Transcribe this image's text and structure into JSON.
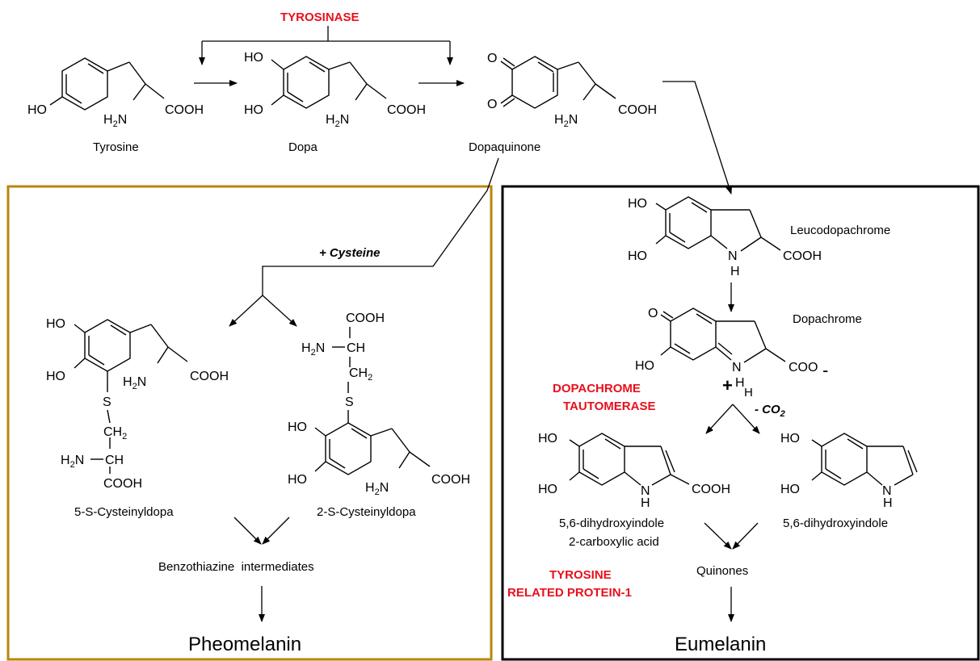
{
  "labels": {
    "tyrosinase": "TYROSINASE",
    "tyrosine": "Tyrosine",
    "dopa": "Dopa",
    "dopaquinone": "Dopaquinone",
    "cysteine": "+ Cysteine",
    "leucodopachrome": "Leucodopachrome",
    "dopachrome": "Dopachrome",
    "dct_line1": "DOPACHROME",
    "dct_line2": "TAUTOMERASE",
    "co2": "- CO",
    "co2_sub": "2",
    "cys5": "5-S-Cysteinyldopa",
    "cys2": "2-S-Cysteinyldopa",
    "benzothiazine": "Benzothiazine  intermediates",
    "pheomelanin": "Pheomelanin",
    "dhica_line1": "5,6-dihydroxyindole",
    "dhica_line2": "2-carboxylic acid",
    "dhi": "5,6-dihydroxyindole",
    "quinones": "Quinones",
    "trp1_line1": "TYROSINE",
    "trp1_line2": "RELATED PROTEIN-1",
    "eumelanin": "Eumelanin"
  },
  "atoms": {
    "HO": "HO",
    "O": "O",
    "H": "H",
    "N": "N",
    "S": "S",
    "COOH": "COOH",
    "COO": "COO",
    "NH2_H": "H",
    "NH2_sub": "2",
    "NH2_N": "N",
    "H2N": "H",
    "H2N_sub": "2",
    "H2N_N": "N",
    "CH": "CH",
    "CH2": "CH",
    "CH2_sub": "2",
    "NH": "NH",
    "minus": "-",
    "plus": "+"
  },
  "colors": {
    "enzyme": "#e8101c",
    "pheomelanin_box": "#b8860b",
    "eumelanin_box": "#000000"
  }
}
